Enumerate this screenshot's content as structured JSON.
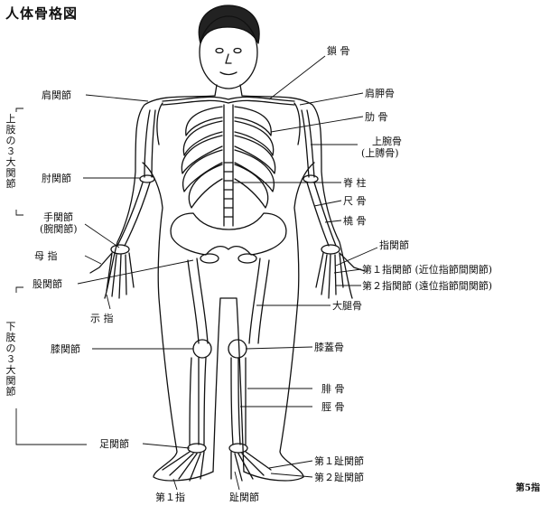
{
  "title": "人体骨格図",
  "labels": {
    "shoulder_joint": "肩関節",
    "elbow_joint": "肘関節",
    "wrist_joint": "手関節",
    "wrist_joint_alt": "(腕関節)",
    "thumb": "母 指",
    "hip_joint": "股関節",
    "index_finger": "示 指",
    "knee_joint": "膝関節",
    "ankle_joint": "足関節",
    "first_toe": "第１指",
    "toe_joint": "趾関節",
    "clavicle": "鎖 骨",
    "scapula": "肩胛骨",
    "rib": "肋 骨",
    "humerus": "上腕骨",
    "humerus_alt": "(上膊骨)",
    "spine": "脊 柱",
    "ulna": "尺 骨",
    "radius": "橈 骨",
    "finger_joint": "指関節",
    "first_finger_joint": "第１指関節 (近位指節間関節)",
    "second_finger_joint": "第２指関節 (遠位指節間関節)",
    "femur": "大腿骨",
    "patella": "膝蓋骨",
    "fibula": "腓 骨",
    "tibia": "脛 骨",
    "first_toe_joint": "第１趾関節",
    "second_toe_joint": "第２趾関節"
  },
  "upper_limb_bracket": [
    "上",
    "肢",
    "の",
    "３",
    "大",
    "関",
    "節"
  ],
  "lower_limb_bracket": [
    "下",
    "肢",
    "の",
    "３",
    "大",
    "関",
    "節"
  ],
  "corner_text": "第5指"
}
